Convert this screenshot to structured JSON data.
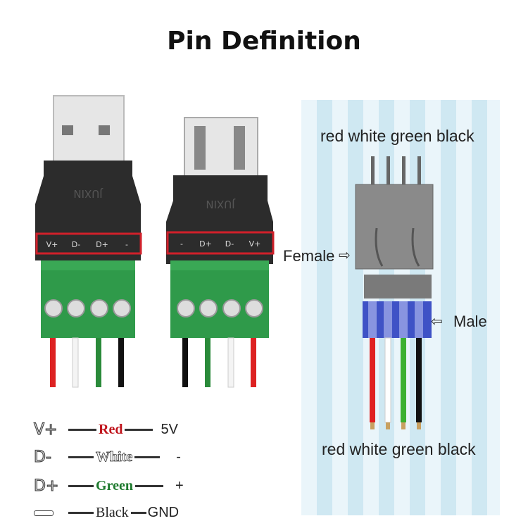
{
  "title": "Pin Definition",
  "male_connector": {
    "brand": "JUXIN",
    "pins": [
      "V+",
      "D-",
      "D+",
      "-"
    ]
  },
  "female_connector": {
    "brand": "JUXIN",
    "pins": [
      "-",
      "D+",
      "D-",
      "V+"
    ]
  },
  "diagram": {
    "top_label": "red white green black",
    "bottom_label": "red white green black",
    "female_label": "Female",
    "male_label": "Male",
    "wire_colors": [
      "#e02020",
      "#ffffff",
      "#3cb030",
      "#111111"
    ]
  },
  "legend": [
    {
      "pin": "V+",
      "color_name": "Red",
      "color": "#c0141c",
      "value": "5V"
    },
    {
      "pin": "D-",
      "color_name": "White",
      "color": "#ffffff",
      "value": "-"
    },
    {
      "pin": "D+",
      "color_name": "Green",
      "color": "#1e7a2e",
      "value": "+"
    },
    {
      "pin": "—",
      "color_name": "Black",
      "color": "#222222",
      "value": "GND"
    }
  ],
  "colors": {
    "terminal_green": "#2f9a4a",
    "housing_black": "#2a2a2a",
    "highlight_red": "#d0202a",
    "stripe_blue": "#cfe8f2"
  }
}
